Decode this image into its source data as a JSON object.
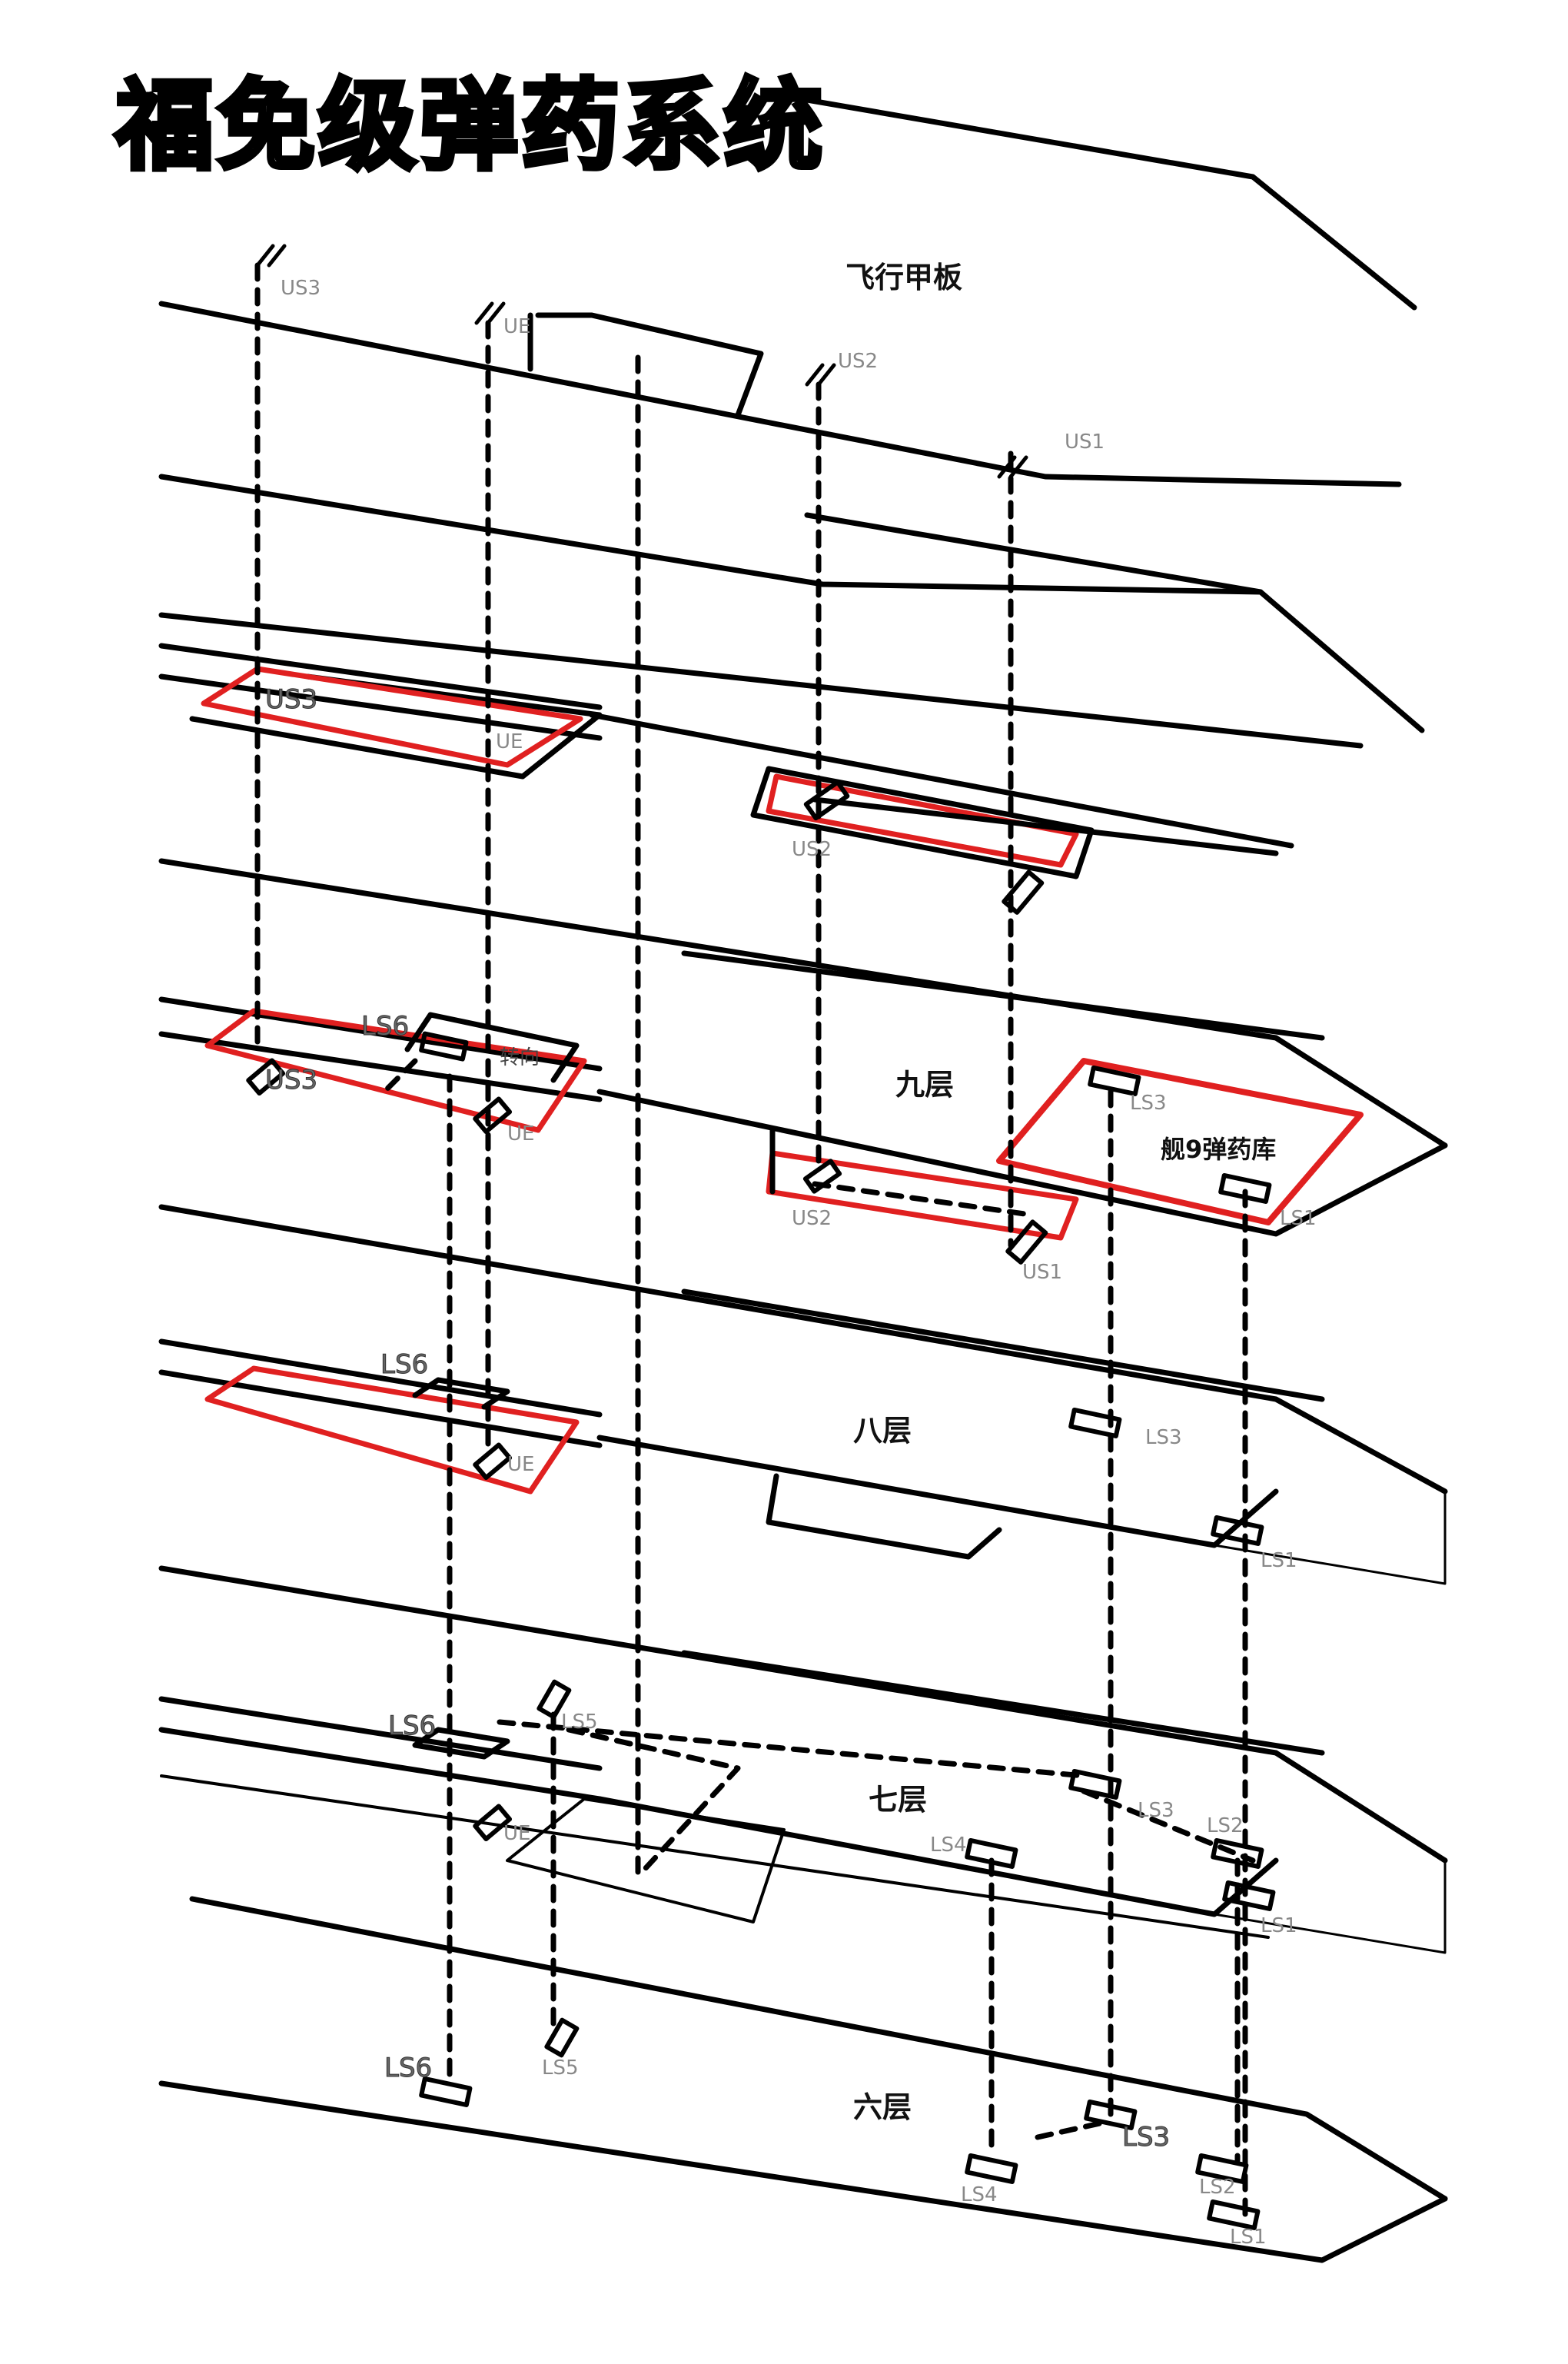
{
  "title": "福免级弹药系统",
  "decks": {
    "flight": "飞行甲板",
    "nine": "九层",
    "eight": "八层",
    "seven": "七层",
    "six": "六层"
  },
  "magazine": "舰9弹药库",
  "turn": "转向",
  "tags": {
    "us1": "US1",
    "us2": "US2",
    "us3": "US3",
    "ue": "UE",
    "ls1": "LS1",
    "ls2": "LS2",
    "ls3": "LS3",
    "ls4": "LS4",
    "ls5": "LS5",
    "ls6": "LS6"
  },
  "colors": {
    "line": "#000000",
    "highlight": "#e02020",
    "tag": "#888888"
  }
}
